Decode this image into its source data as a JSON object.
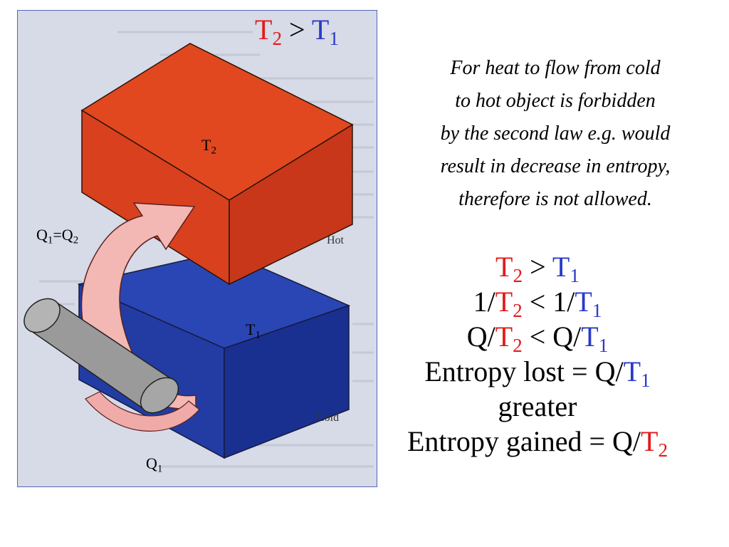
{
  "title": {
    "t_left": "T",
    "t_left_sub": "2",
    "op": ">",
    "t_right": "T",
    "t_right_sub": "1"
  },
  "paragraph": [
    "For heat to flow from cold",
    "to hot object is  forbidden",
    "by the second law e.g. would",
    "result in decrease in entropy,",
    "therefore is not allowed."
  ],
  "figure": {
    "hot_block_label": "T",
    "hot_block_sub": "2",
    "cold_block_label": "T",
    "cold_block_sub": "1",
    "hot_note": "Hot",
    "cold_note": "Cold",
    "equality_q1": "Q",
    "equality_q1_sub": "1",
    "equality_eq": "=",
    "equality_q2": "Q",
    "equality_q2_sub": "2",
    "bottom_q": "Q",
    "bottom_q_sub": "1"
  },
  "equations": {
    "row1": {
      "a": "T",
      "a_sub": "2",
      "op": " > ",
      "b": "T",
      "b_sub": "1"
    },
    "row2": {
      "pre_a": "1/",
      "a": "T",
      "a_sub": "2",
      "op": " < 1/",
      "b": "T",
      "b_sub": "1"
    },
    "row3": {
      "pre_a": "Q/",
      "a": "T",
      "a_sub": "2",
      "op": " < Q/",
      "b": "T",
      "b_sub": "1"
    },
    "row4": {
      "text": "Entropy lost = Q/",
      "b": "T",
      "b_sub": "1"
    },
    "row5": {
      "text": "greater"
    },
    "row6": {
      "text": "Entropy gained = Q/",
      "a": "T",
      "a_sub": "2"
    }
  },
  "colors": {
    "hot": "#d9401e",
    "cold": "#1f3aa6",
    "arrow": "#f3b7b4",
    "rod": "#9a9a9a",
    "red_text": "#e11b1b",
    "blue_text": "#2a3ac8"
  }
}
